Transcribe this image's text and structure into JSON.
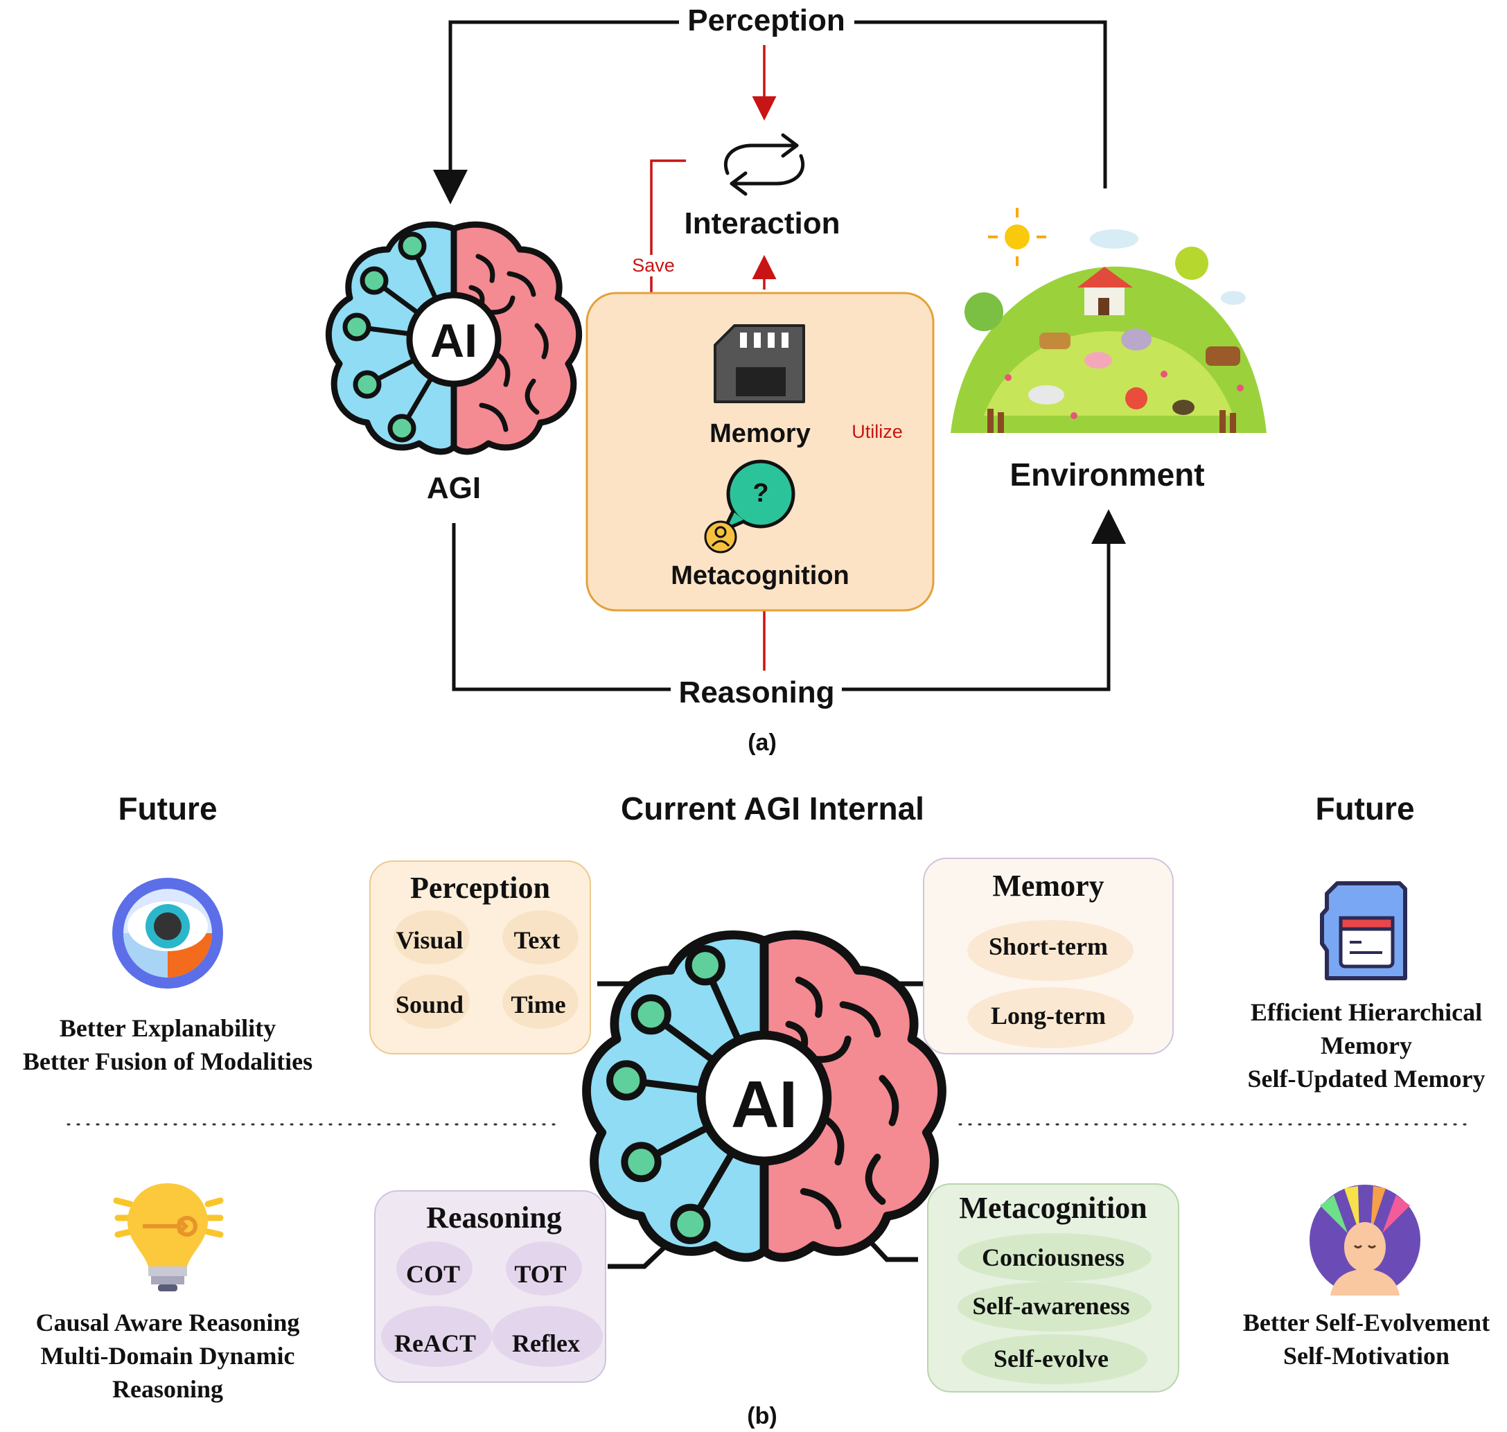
{
  "part_a": {
    "caption": "(a)",
    "perception_label": "Perception",
    "reasoning_label": "Reasoning",
    "interaction_label": "Interaction",
    "memory_label": "Memory",
    "metacognition_label": "Metacognition",
    "save_label": "Save",
    "utilize_label": "Utilize",
    "agi_label": "AGI",
    "environment_label": "Environment",
    "ai_badge": "AI"
  },
  "part_b": {
    "caption": "(b)",
    "future_left_heading": "Future",
    "center_heading": "Current AGI Internal",
    "future_right_heading": "Future",
    "ai_badge": "AI",
    "perception_box": {
      "title": "Perception",
      "items": [
        "Visual",
        "Text",
        "Sound",
        "Time"
      ]
    },
    "memory_box": {
      "title": "Memory",
      "items": [
        "Short-term",
        "Long-term"
      ]
    },
    "reasoning_box": {
      "title": "Reasoning",
      "items": [
        "COT",
        "TOT",
        "ReACT",
        "Reflex"
      ]
    },
    "metacognition_box": {
      "title": "Metacognition",
      "items": [
        "Conciousness",
        "Self-awareness",
        "Self-evolve"
      ]
    },
    "future_perception": [
      "Better Explanability",
      "Better Fusion of Modalities"
    ],
    "future_memory": [
      "Efficient Hierarchical",
      "Memory",
      "Self-Updated Memory"
    ],
    "future_reasoning": [
      "Causal Aware Reasoning",
      "Multi-Domain Dynamic",
      "Reasoning"
    ],
    "future_metacognition": [
      "Better Self-Evolvement",
      "Self-Motivation"
    ]
  },
  "colors": {
    "arrow_black": "#111111",
    "arrow_red": "#c81414",
    "core_box_fill": "#fde3c6",
    "core_box_border": "#e3a23a",
    "brain_left": "#8fdcf4",
    "brain_right": "#f48a92",
    "node_green": "#5fcf9c",
    "perception_fill": "#fdefdc",
    "memory_fill": "#fdf6ee",
    "reasoning_fill": "#efe8f3",
    "metacognition_fill": "#e6f1df"
  },
  "icons": [
    "sync-icon",
    "sd-card-icon",
    "question-bubble-icon",
    "user-icon",
    "eye-icon",
    "memory-card-icon",
    "lightbulb-key-icon",
    "meditating-head-icon",
    "brain-ai-icon",
    "farm-illustration"
  ]
}
